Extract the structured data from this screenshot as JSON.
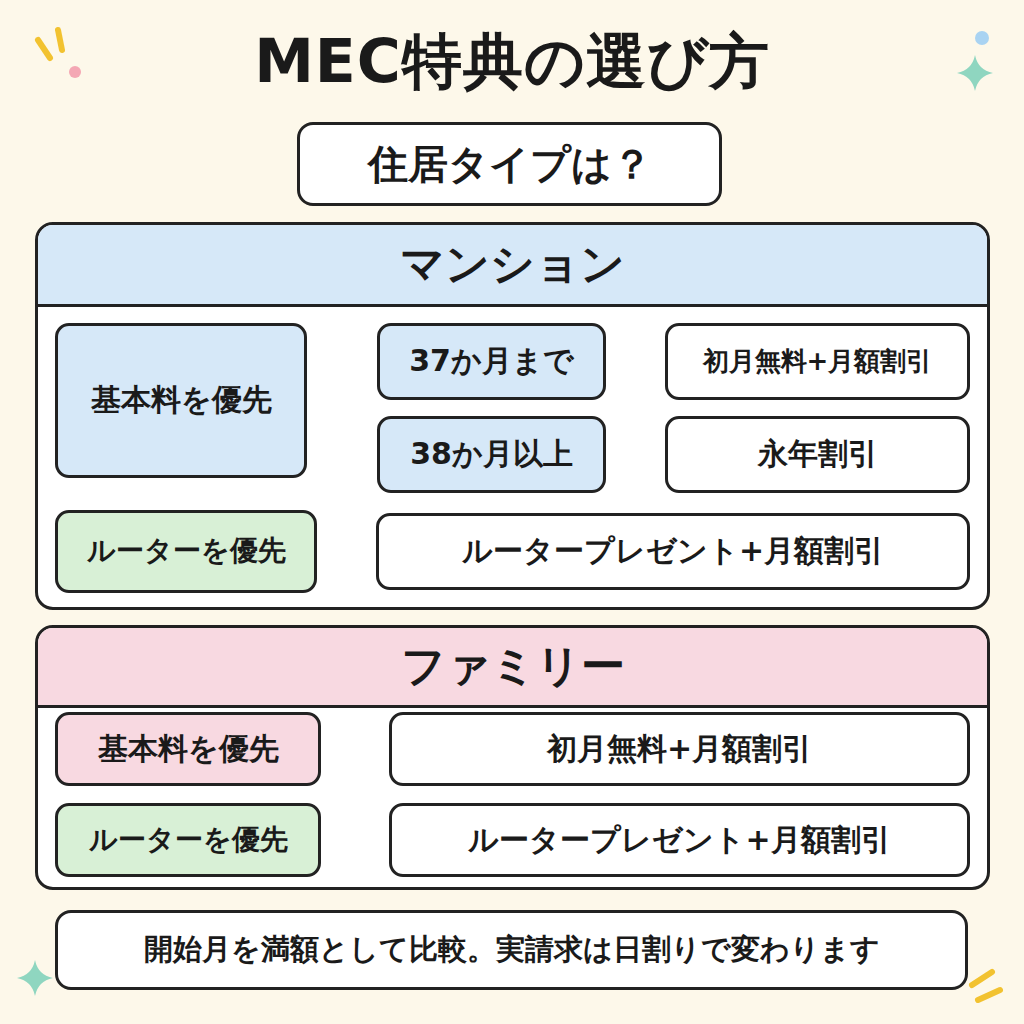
{
  "diagram": {
    "title": "MEC特典の選び方",
    "nodes": [
      {
        "text": [
          "住居タイプは？"
        ]
      },
      {
        "text": [
          "マンション"
        ]
      },
      {
        "text": [
          "基本料を優先"
        ],
        "in": 1
      },
      {
        "text": [
          "37か月まで"
        ],
        "in": 1
      },
      {
        "text": [
          "初月無料+月額割引"
        ],
        "in": 1
      },
      {
        "text": [
          "38か月以上"
        ],
        "in": 1
      },
      {
        "text": [
          "永年割引"
        ],
        "in": 1
      },
      {
        "text": [
          "ルーターを優先"
        ],
        "in": 1
      },
      {
        "text": [
          "ルータープレゼント+月額割引"
        ],
        "in": 1
      },
      {
        "text": [
          "ファミリー"
        ]
      },
      {
        "text": [
          "基本料を優先"
        ],
        "in": 9
      },
      {
        "text": [
          "初月無料+月額割引"
        ],
        "in": 9
      },
      {
        "text": [
          "ルーターを優先"
        ],
        "in": 9
      },
      {
        "text": [
          "ルータープレゼント+月額割引"
        ],
        "in": 9
      },
      {
        "text": [
          "開始月を満額として比較。実請求は日割りで変わります"
        ]
      }
    ],
    "edges": [
      {
        "from": 2,
        "to": 3,
        "arrow": "to"
      },
      {
        "from": 2,
        "to": 5,
        "arrow": "to"
      },
      {
        "from": 3,
        "to": 4,
        "arrow": "to"
      },
      {
        "from": 5,
        "to": 6,
        "arrow": "to"
      },
      {
        "from": 7,
        "to": 8,
        "arrow": "to"
      },
      {
        "from": 10,
        "to": 11,
        "arrow": "to"
      },
      {
        "from": 12,
        "to": 13,
        "arrow": "to"
      }
    ]
  }
}
